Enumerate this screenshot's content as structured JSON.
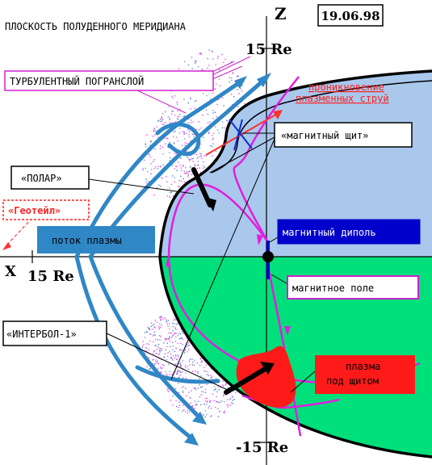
{
  "title": "ПЛОСКОСТЬ ПОЛУДЕННОГО МЕРИДИАНА",
  "date": "19.06.98",
  "axis": {
    "z": "Z",
    "x": "X",
    "top_tick": "15 Re",
    "bottom_tick": "-15 Re",
    "x_tick": "15 Re"
  },
  "labels": {
    "boundary_layer": "ТУРБУЛЕНТНЫЙ ПОГРАНСЛОЙ",
    "plasma_jets_line1": "проникновение",
    "plasma_jets_line2": "плазменных струй",
    "magnetic_shield": "«магнитный щит»",
    "polar": "«ПОЛАР»",
    "geotail": "«Геотейл»",
    "plasma_flow": "поток плазмы",
    "magnetic_dipole": "магнитный диполь",
    "magnetic_field": "магнитное поле",
    "interball": "«ИНТЕРБОЛ-1»",
    "plasma_under_shield_line1": "плазма",
    "plasma_under_shield_line2": "под щитом"
  },
  "colors": {
    "upper_region": "#a9c8ec",
    "lower_region": "#00e07a",
    "flow_arrows": "#2f87c6",
    "field_lines": "#e01ee0",
    "jets": "#ff3030",
    "plasma_blob": "#ff1a1a",
    "dipole": "#0000cc",
    "spacecraft": "#000000"
  }
}
